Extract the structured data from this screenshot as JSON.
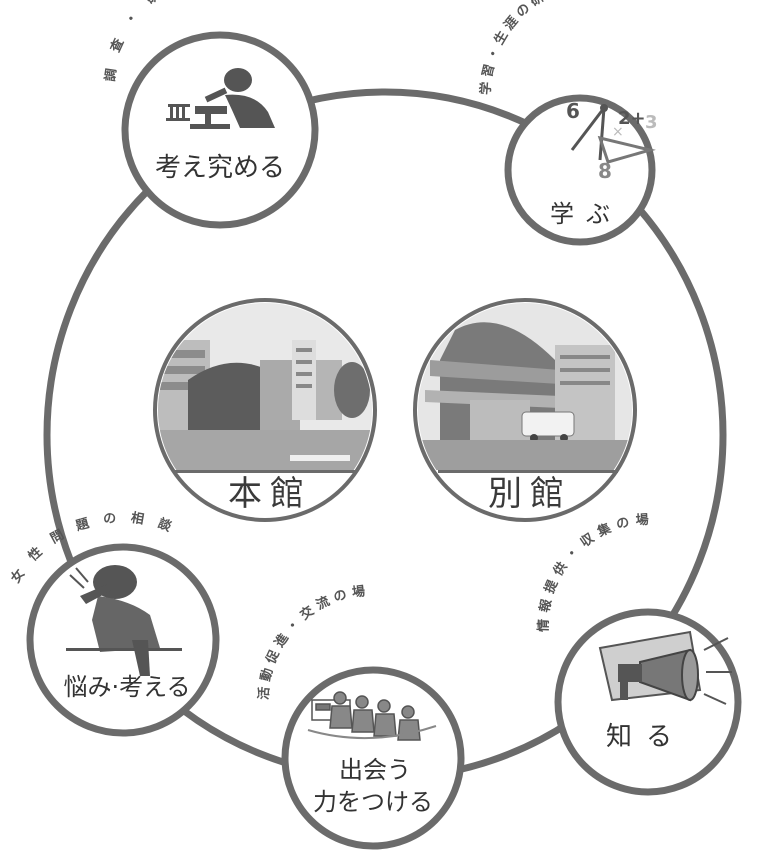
{
  "nodes": {
    "research": {
      "label": "考え究める",
      "arc_caption": "調査・研究"
    },
    "learn": {
      "label": "学ぶ",
      "arc_caption": "学習・生涯の研究の場"
    },
    "know": {
      "label": "知る",
      "arc_caption": "情報提供・収集の場"
    },
    "meet": {
      "label_line1": "出会う",
      "label_line2": "力をつける",
      "arc_caption": "活動促進・交流の場"
    },
    "worry": {
      "label": "悩み·考える",
      "arc_caption": "女性問題の相談"
    }
  },
  "buildings": {
    "main": {
      "label": "本館"
    },
    "annex": {
      "label": "別館"
    }
  },
  "colors": {
    "ring": "#6b6b6b",
    "node_fill": "#ffffff",
    "photo_sky": "#e9e9e9",
    "photo_dark": "#5c5c5c"
  }
}
